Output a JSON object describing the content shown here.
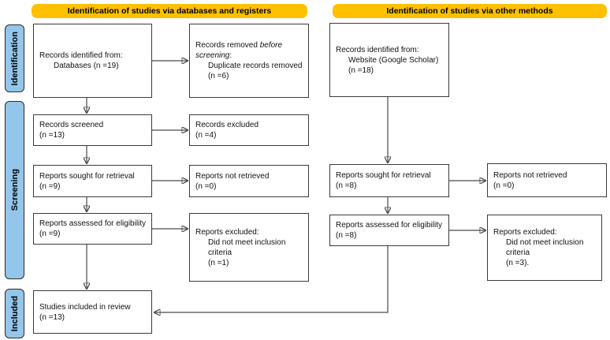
{
  "colors": {
    "banner_bg": "#FFC000",
    "banner_text": "#000000",
    "stage_bg": "#93C6EA",
    "box_border": "#3a3a3a",
    "arrow": "#4a4a4a"
  },
  "banners": {
    "databases": "Identification of studies via databases and registers",
    "other_methods": "Identification of studies via other methods"
  },
  "stages": {
    "identification": "Identification",
    "screening": "Screening",
    "included": "Included"
  },
  "boxes": {
    "db_identified": {
      "line1": "Records identified from:",
      "line2": "Databases (n =19)"
    },
    "db_removed": {
      "pre": "Records removed ",
      "italic": "before screening",
      "colon": ":",
      "line2": "Duplicate records removed (n =6)"
    },
    "db_screened": {
      "line1": "Records screened",
      "line2": "(n =13)"
    },
    "db_excluded": {
      "line1": "Records excluded",
      "line2": "(n =4)"
    },
    "db_sought": {
      "line1": "Reports sought for retrieval",
      "line2": "(n =9)"
    },
    "db_not_retrieved": {
      "line1": "Reports not retrieved",
      "line2": "(n =0)"
    },
    "db_assessed": {
      "line1": "Reports assessed for eligibility",
      "line2": "(n =9)"
    },
    "db_reports_excluded": {
      "line1": "Reports excluded:",
      "line2": "Did not meet inclusion criteria",
      "line3": "(n =1)"
    },
    "included_studies": {
      "line1": "Studies included in review",
      "line2": "(n =13)"
    },
    "om_identified": {
      "line1": "Records identified from:",
      "line2": "Website (Google Scholar)",
      "line3": "(n =18)"
    },
    "om_sought": {
      "line1": "Reports sought for retrieval",
      "line2": "(n =8)"
    },
    "om_not_retrieved": {
      "line1": "Reports not retrieved",
      "line2": "(n =0)"
    },
    "om_assessed": {
      "line1": "Reports assessed for eligibility",
      "line2": "(n =8)"
    },
    "om_reports_excluded": {
      "line1": "Reports excluded:",
      "line2": "Did not meet inclusion criteria",
      "line3": "(n =3)."
    }
  }
}
